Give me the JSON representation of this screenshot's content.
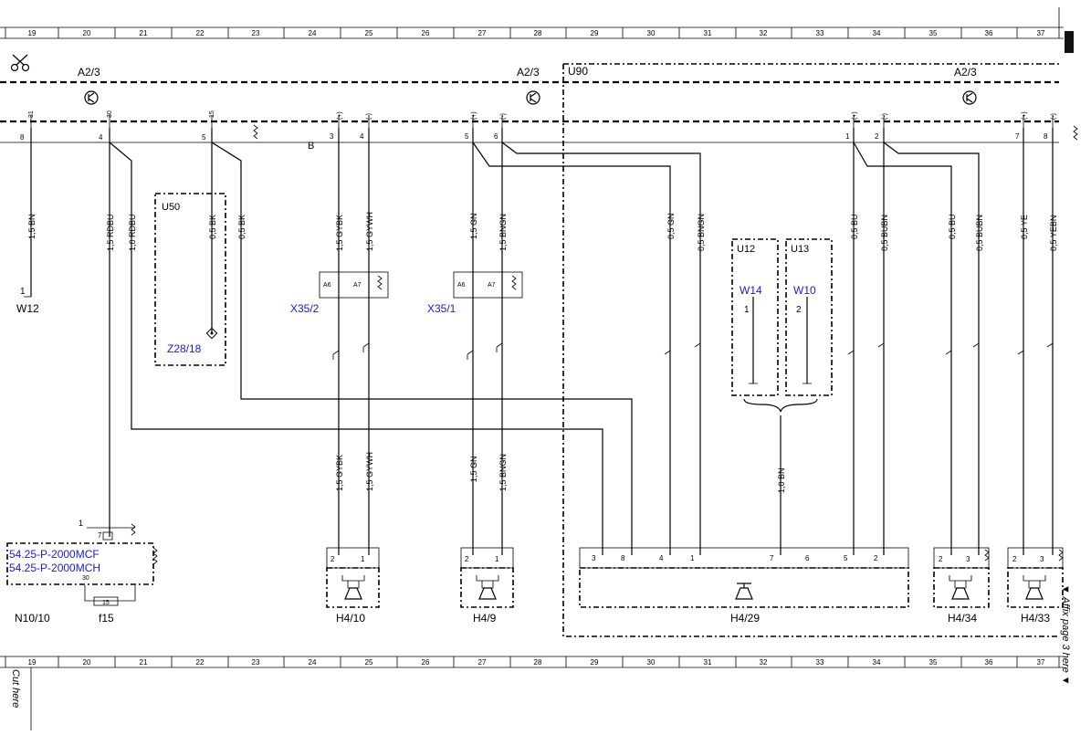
{
  "grid": [
    "19",
    "20",
    "21",
    "22",
    "23",
    "24",
    "25",
    "26",
    "27",
    "28",
    "29",
    "30",
    "31",
    "32",
    "33",
    "34",
    "35",
    "36",
    "37"
  ],
  "modules": {
    "a1": "A2/3",
    "a2": "A2/3",
    "a3": "A2/3",
    "u90": "U90",
    "u50": "U50",
    "u12": "U12",
    "u13": "U13"
  },
  "bus": {
    "b": "B"
  },
  "pins_top": {
    "p31": "31",
    "p30": "30",
    "p15": "15",
    "pa_pos": "(+)",
    "pa_neg": "(-)",
    "pb_pos": "(+)",
    "pb_neg": "(-)",
    "pc_pos": "(+)",
    "pc_neg": "(-)",
    "pd_pos": "(+)",
    "pd_neg": "(-)"
  },
  "pins_bus": {
    "n8": "8",
    "n4": "4",
    "n5": "5",
    "n3": "3",
    "n4b": "4",
    "n5b": "5",
    "n6": "6",
    "n1": "1",
    "n2": "2",
    "n7": "7",
    "n8b": "8"
  },
  "wires": {
    "w1": "1,5 BN",
    "w2": "1,5 RDBU",
    "w3": "1,0 RDBU",
    "w4": "0,5 BK",
    "w5": "0,5 BK",
    "w6": "1,5 GYBK",
    "w7": "1,5 GYWH",
    "w8": "1,5 GN",
    "w9": "1,5 BNGN",
    "w10": "0,5 GN",
    "w11": "0,5 BNGN",
    "w12": "0,5 BU",
    "w13": "0,5 BUBN",
    "w14": "0,5 BU",
    "w15": "0,5 BUBN",
    "w16": "0,5 YE",
    "w17": "0,5 YEBN",
    "w18": "1,5 GYBK",
    "w19": "1,5 GYWH",
    "w20": "1,5 GN",
    "w21": "1,5 BNGN",
    "w22": "1,0 BN"
  },
  "components": {
    "w12": "W12",
    "w12pin": "1",
    "z28": "Z28/18",
    "x352": "X35/2",
    "x351": "X35/1",
    "a6a": "A6",
    "a7a": "A7",
    "a6b": "A6",
    "a7b": "A7",
    "w14": "W14",
    "w14n": "1",
    "w10": "W10",
    "w10n": "2",
    "ref1": "54.25-P-2000MCF",
    "ref2": "54.25-P-2000MCH",
    "n1010": "N10/10",
    "f15": "f15",
    "fuse": "15",
    "n30": "30",
    "n1": "1",
    "n7": "7",
    "h410": "H4/10",
    "h49": "H4/9",
    "h429": "H4/29",
    "h434": "H4/34",
    "h433": "H4/33"
  },
  "spk_pins": {
    "h410a": "2",
    "h410b": "1",
    "h49a": "2",
    "h49b": "1",
    "h429_1": "3",
    "h429_2": "8",
    "h429_3": "4",
    "h429_4": "1",
    "h429_5": "7",
    "h429_6": "6",
    "h429_7": "5",
    "h429_8": "2",
    "h434a": "2",
    "h434b": "3",
    "h433a": "2",
    "h433b": "3"
  },
  "notes": {
    "cut": "Cut here",
    "affix": "▼ Affix page 3 here ▼"
  }
}
